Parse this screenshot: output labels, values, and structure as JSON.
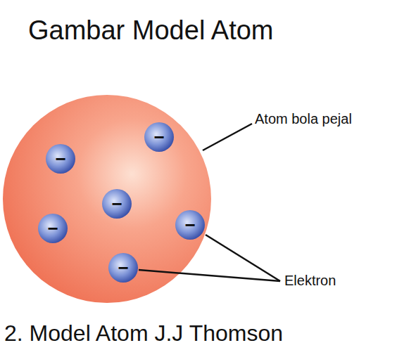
{
  "diagram": {
    "title": "Gambar Model Atom",
    "caption": "2. Model Atom J.J Thomson",
    "nodes": [
      {
        "text": [
          "−"
        ]
      },
      {
        "text": [
          "−"
        ]
      },
      {
        "text": [
          "−"
        ]
      },
      {
        "text": [
          "−"
        ]
      },
      {
        "text": [
          "−"
        ]
      },
      {
        "text": [
          "−"
        ]
      }
    ],
    "labels": [
      "Atom bola pejal",
      "Elektron"
    ]
  }
}
